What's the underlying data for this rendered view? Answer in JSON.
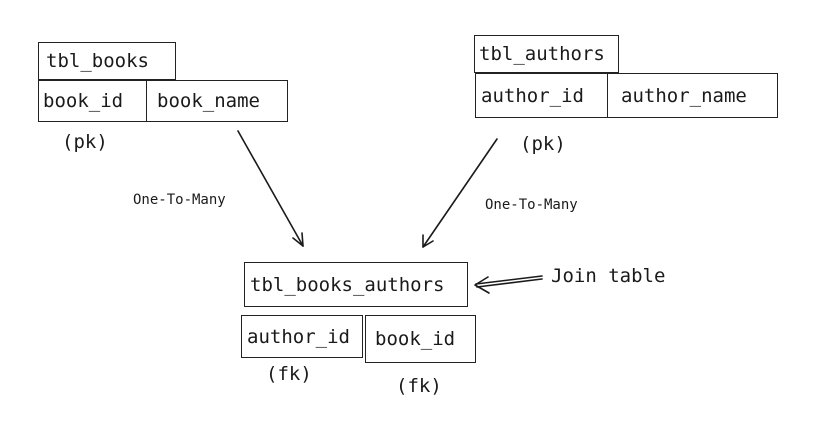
{
  "books": {
    "table_name": "tbl_books",
    "col1": "book_id",
    "col2": "book_name",
    "col1_note": "(pk)"
  },
  "authors": {
    "table_name": "tbl_authors",
    "col1": "author_id",
    "col2": "author_name",
    "col1_note": "(pk)"
  },
  "join": {
    "table_name": "tbl_books_authors",
    "col1": "author_id",
    "col2": "book_id",
    "col1_note": "(fk)",
    "col2_note": "(fk)",
    "callout": "Join table"
  },
  "relations": {
    "books_label": "One-To-Many",
    "authors_label": "One-To-Many"
  }
}
